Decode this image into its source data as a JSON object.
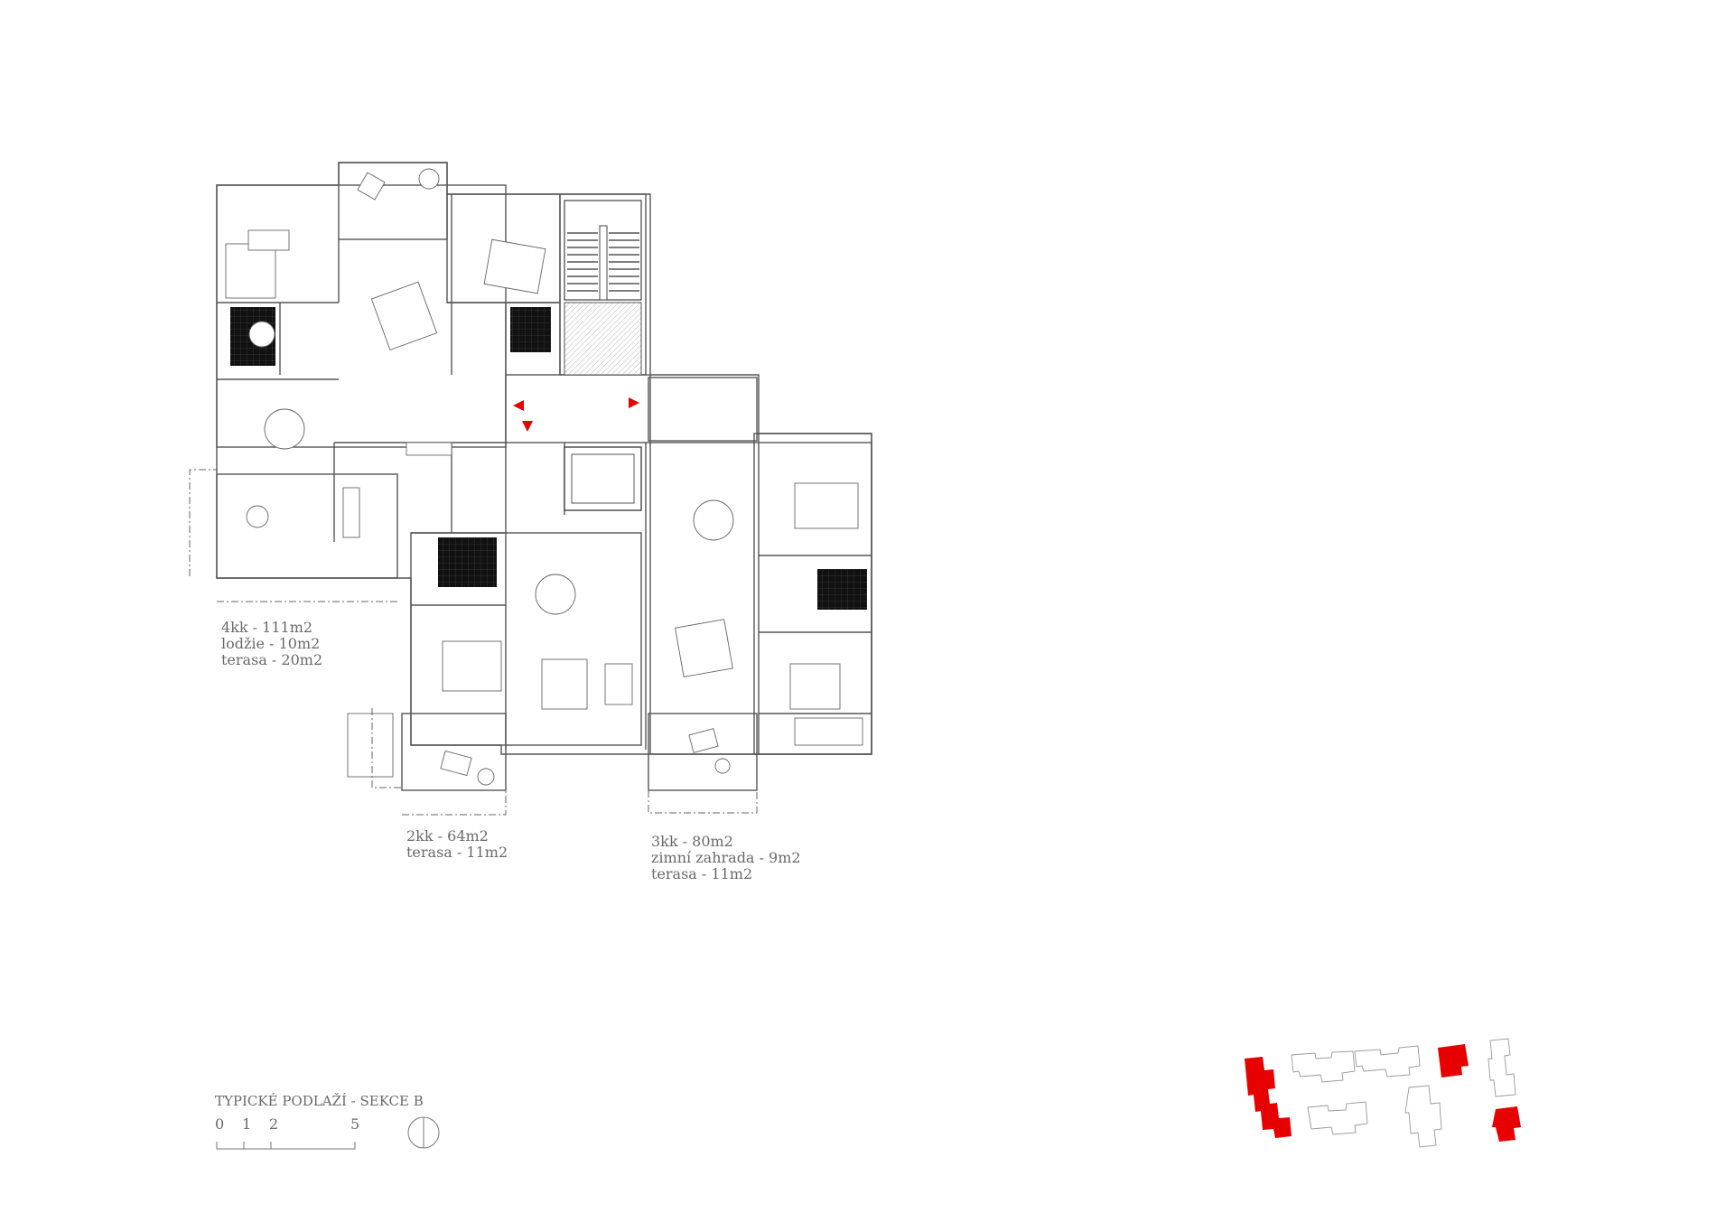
{
  "drawing": {
    "title": "TYPICKÉ PODLAŽÍ - SEKCE B",
    "scale_labels": [
      "0",
      "1",
      "2",
      "5"
    ]
  },
  "units": [
    {
      "lines": [
        "4kk - 111m2",
        "lodžie - 10m2",
        "terasa - 20m2"
      ]
    },
    {
      "lines": [
        "2kk - 64m2",
        "terasa - 11m2"
      ]
    },
    {
      "lines": [
        "3kk - 80m2",
        "zimní zahrada - 9m2",
        "terasa - 11m2"
      ]
    }
  ],
  "colors": {
    "accent": "#e60000",
    "wall": "#555555",
    "text": "#6a6a6a",
    "site_outline": "#999999"
  },
  "icons": [
    "north-arrow-icon",
    "entry-arrow-icon"
  ]
}
